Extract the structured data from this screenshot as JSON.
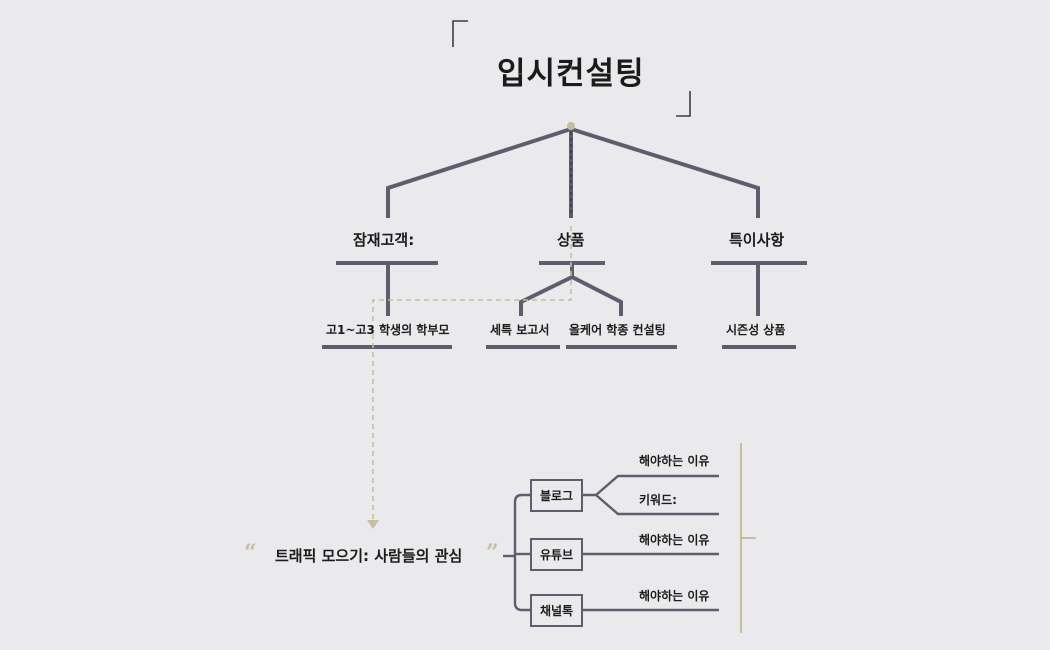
{
  "title": "입시컨설팅",
  "categories": {
    "potential": "잠재고객:",
    "product": "상품",
    "special": "특이사항"
  },
  "items": {
    "parents": "고1~고3 학생의 학부모",
    "report": "세특 보고서",
    "allcare": "올케어 학종 컨설팅",
    "season": "시즌성 상품"
  },
  "traffic": {
    "open_quote": "“",
    "label": "트래픽 모으기: 사람들의 관심",
    "close_quote": "”"
  },
  "channels": {
    "blog": "블로그",
    "youtube": "유튜브",
    "channeltalk": "채널톡"
  },
  "reasons": {
    "blog_why": "해야하는 이유",
    "blog_keyword": "키워드:",
    "youtube_why": "해야하는 이유",
    "channeltalk_why": "해야하는 이유"
  },
  "colors": {
    "background": "#eae9ec",
    "line": "#5f5c6e",
    "accent": "#c5bd9c",
    "text": "#1b1b1b"
  }
}
